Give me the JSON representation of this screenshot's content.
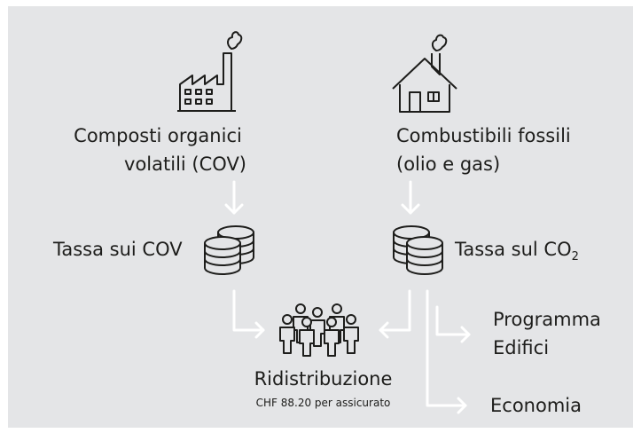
{
  "sources": {
    "cov": {
      "line1": "Composti organici",
      "line2": "volatili (COV)",
      "icon": "factory-icon"
    },
    "fossil": {
      "line1": "Combustibili fossili",
      "line2": "(olio e gas)",
      "icon": "house-icon"
    }
  },
  "taxes": {
    "cov": {
      "label": "Tassa sui COV",
      "icon": "coin-stack-icon"
    },
    "co2": {
      "label_main": "Tassa sul CO",
      "label_sub": "2",
      "icon": "coin-stack-icon"
    }
  },
  "destinations": {
    "redistribution": {
      "title": "Ridistribuzione",
      "detail": "CHF 88.20 per assicurato",
      "icon": "people-group-icon"
    },
    "buildings": {
      "line1": "Programma",
      "line2": "Edifici"
    },
    "economy": {
      "label": "Economia"
    }
  },
  "colors": {
    "panel": "#e4e5e7",
    "text": "#1d1d1b",
    "arrow": "#ffffff"
  }
}
